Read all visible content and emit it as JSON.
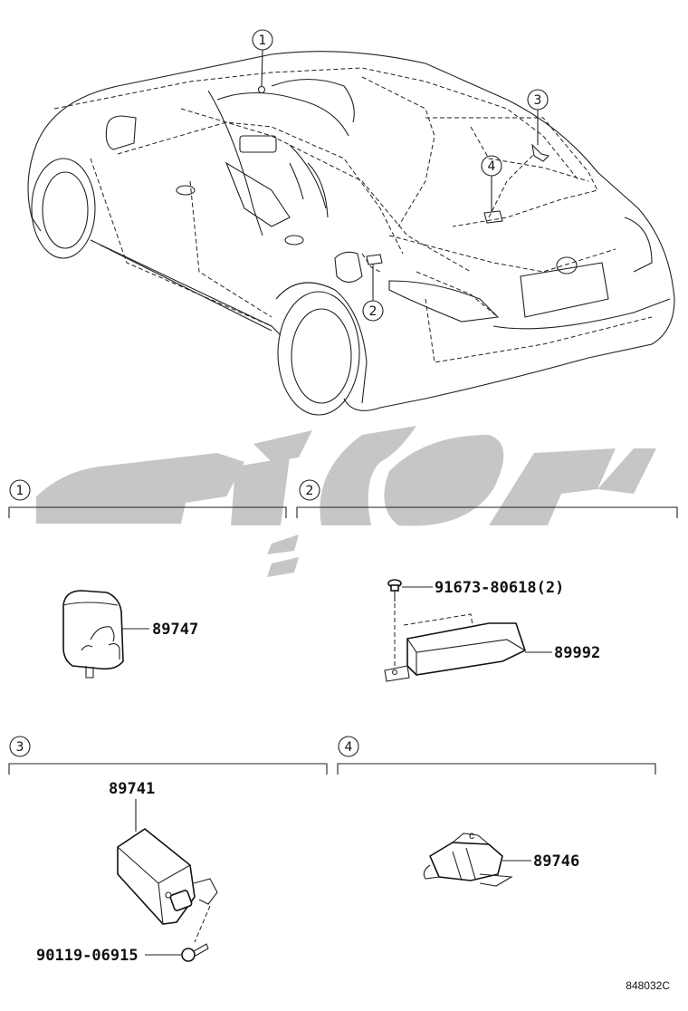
{
  "callouts": {
    "c1": "1",
    "c2": "2",
    "c3": "3",
    "c4": "4"
  },
  "sections": [
    {
      "number": "1",
      "parts": [
        {
          "label": "89747"
        }
      ]
    },
    {
      "number": "2",
      "parts": [
        {
          "label": "91673-80618(2)"
        },
        {
          "label": "89992"
        }
      ]
    },
    {
      "number": "3",
      "parts": [
        {
          "label": "89741"
        },
        {
          "label": "90119-06915"
        }
      ]
    },
    {
      "number": "4",
      "parts": [
        {
          "label": "89746"
        }
      ]
    }
  ],
  "figure_code": "848032C",
  "colors": {
    "line": "#222222",
    "watermark": "#c4c4c4",
    "background": "#ffffff"
  }
}
